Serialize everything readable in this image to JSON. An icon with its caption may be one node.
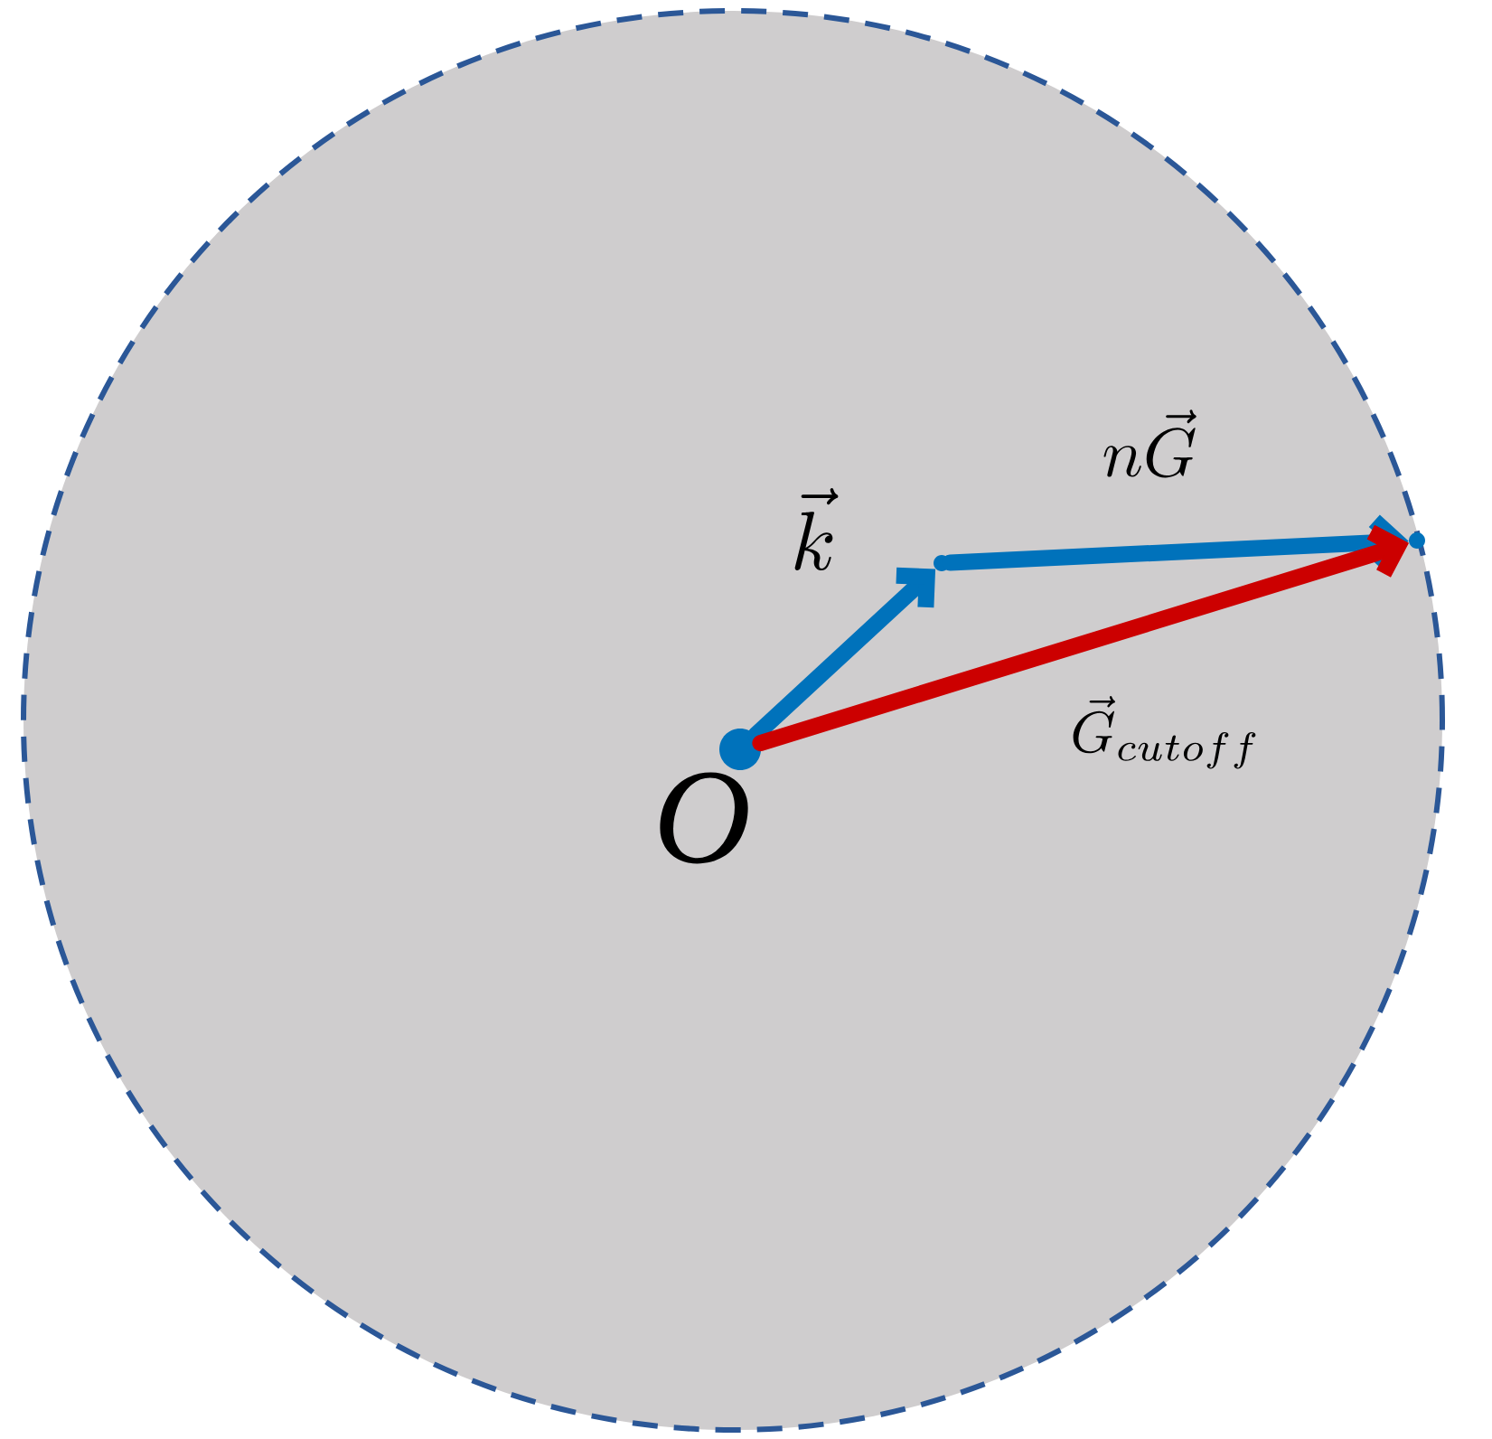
{
  "diagram": {
    "nodes": [
      {
        "text": [],
        "shape": "circle"
      },
      {
        "text": [],
        "shape": "circle",
        "in": 0,
        "beside": [
          "O"
        ]
      },
      {
        "text": [],
        "shape": "point",
        "in": 0
      },
      {
        "text": [],
        "shape": "point",
        "in": 0
      }
    ],
    "edges": [
      {
        "from": 1,
        "to": 2,
        "arrow": "to",
        "label": "\\vec{k}"
      },
      {
        "from": 2,
        "to": 3,
        "arrow": "to",
        "label": "n\\vec{G}"
      },
      {
        "from": 1,
        "to": 3,
        "arrow": "to",
        "label": "\\vec{G}_{cutoff}",
        "color": "#cc0000"
      }
    ]
  }
}
